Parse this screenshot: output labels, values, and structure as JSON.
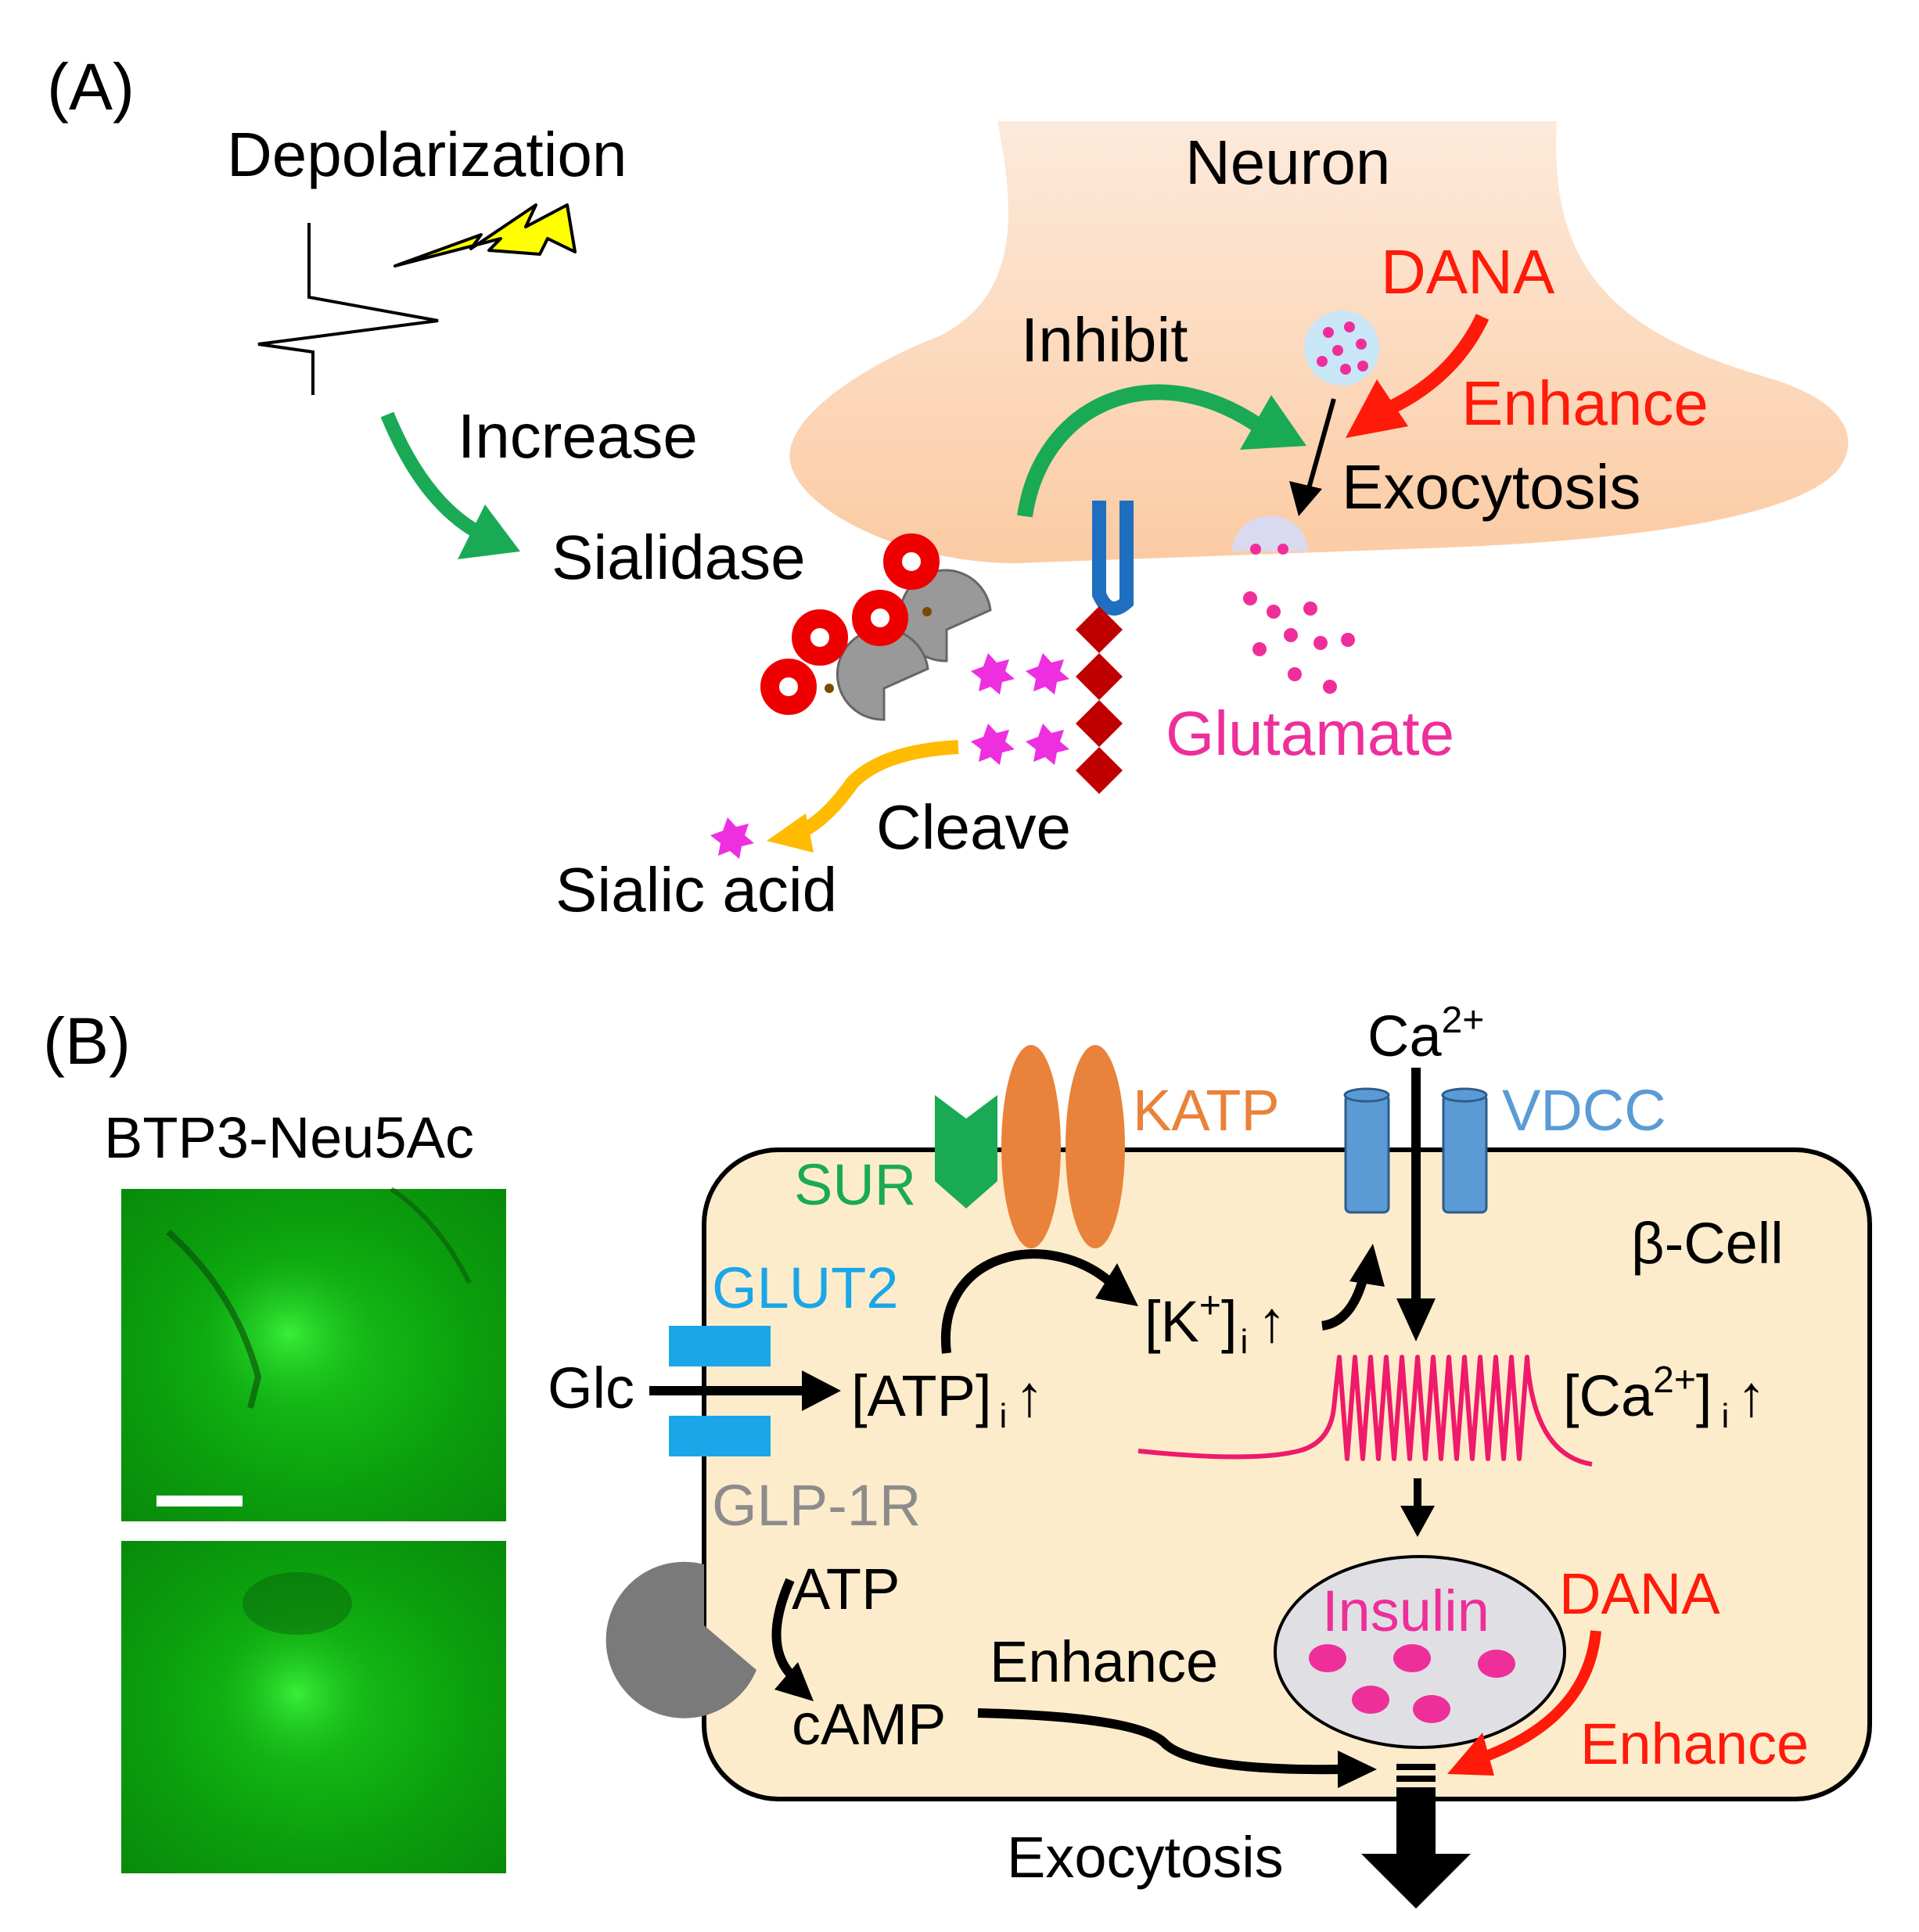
{
  "colors": {
    "green": "#1aaa55",
    "red": "#ff1a0a",
    "pink": "#ee2f9a",
    "orange": "#e9823a",
    "blue_text": "#1aa6e8",
    "vdcc_text": "#5b9bd5",
    "grey_text": "#8c8c8c",
    "neuron_fill": "#fbd3b2",
    "cell_fill": "#fdeccb",
    "lightning": "#ffff00",
    "gold_arrow": "#ffbb00",
    "dark_red": "#c00000",
    "receptor_blue": "#1f6fc0"
  },
  "panel_a": {
    "label": "(A)",
    "depolarization": "Depolarization",
    "neuron": "Neuron",
    "dana": "DANA",
    "inhibit": "Inhibit",
    "enhance": "Enhance",
    "increase": "Increase",
    "exocytosis": "Exocytosis",
    "sialidase": "Sialidase",
    "glutamate": "Glutamate",
    "cleave": "Cleave",
    "sialic_acid": "Sialic acid"
  },
  "panel_b": {
    "label": "(B)",
    "image_title": "BTP3-Neu5Ac",
    "ca": "Ca",
    "ca_sup": "2+",
    "katp": "KATP",
    "vdcc": "VDCC",
    "sur": "SUR",
    "beta_cell": "β-Cell",
    "glut2": "GLUT2",
    "k_open": "[K",
    "k_sup": "+",
    "k_close": "]",
    "sub_i": "i",
    "up_arrow": "↑",
    "glc": "Glc",
    "atp_bracket": "[ATP]",
    "ca_bracket_open": "[Ca",
    "ca_bracket_close": "]",
    "glp1r": "GLP-1R",
    "atp": "ATP",
    "camp": "cAMP",
    "insulin": "Insulin",
    "dana": "DANA",
    "enhance_left": "Enhance",
    "enhance_right": "Enhance",
    "exocytosis": "Exocytosis"
  }
}
